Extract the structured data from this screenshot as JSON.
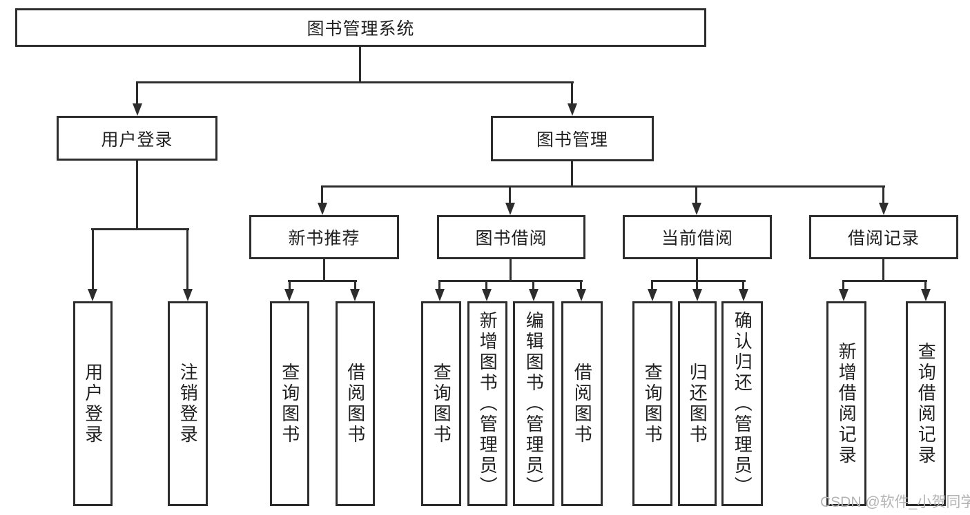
{
  "diagram": {
    "root": "图书管理系统",
    "login": {
      "label": "用户登录",
      "children": [
        "用户登录",
        "注销登录"
      ]
    },
    "mgmt": {
      "label": "图书管理",
      "groups": [
        {
          "label": "新书推荐",
          "children": [
            "查询图书",
            "借阅图书"
          ]
        },
        {
          "label": "图书借阅",
          "children": [
            "查询图书",
            "新增图书（管理员）",
            "编辑图书（管理员）",
            "借阅图书"
          ]
        },
        {
          "label": "当前借阅",
          "children": [
            "查询图书",
            "归还图书",
            "确认归还（管理员）"
          ]
        },
        {
          "label": "借阅记录",
          "children": [
            "新增借阅记录",
            "查询借阅记录"
          ]
        }
      ]
    }
  },
  "watermark": {
    "text": "CSDN @软件_小贺同学"
  },
  "colors": {
    "line": "#2d2d2d",
    "text": "#1f1f1f",
    "watermark": "#b4b4b4",
    "background": "#ffffff"
  }
}
